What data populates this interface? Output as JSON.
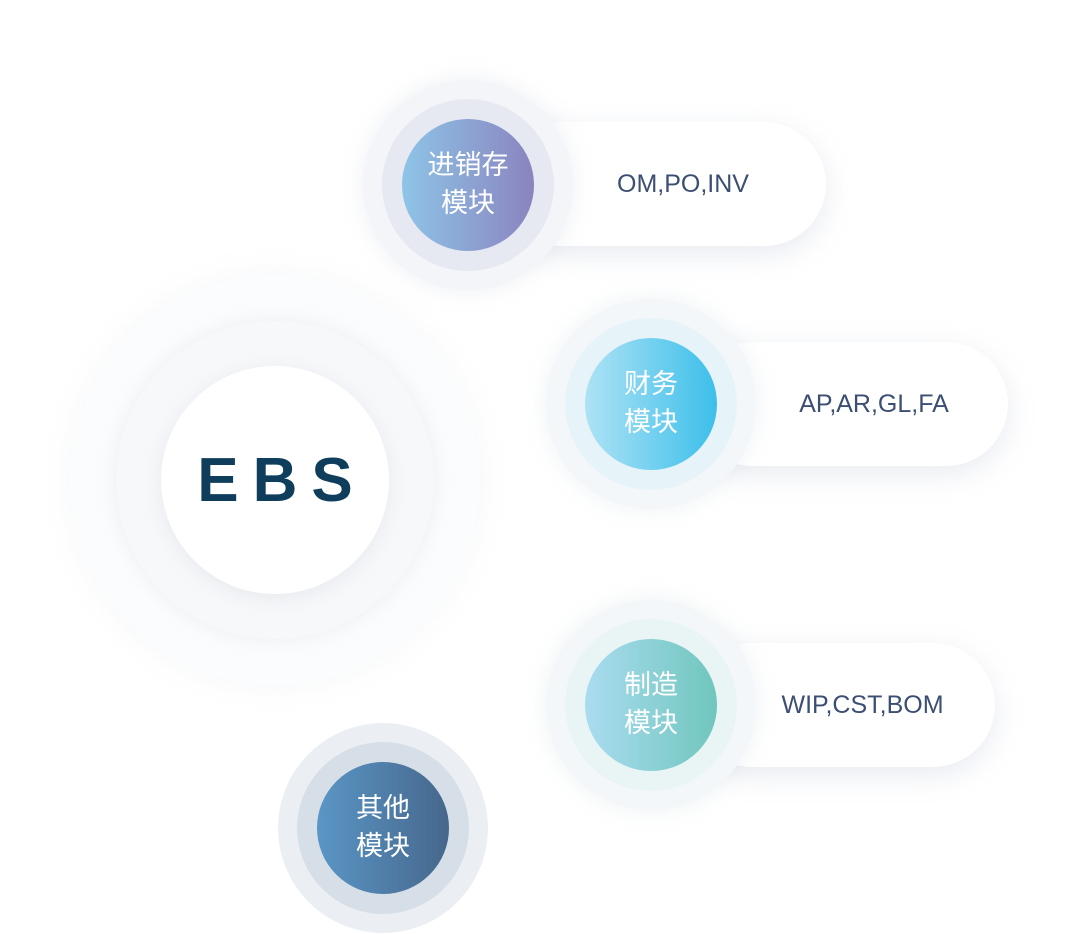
{
  "center": {
    "label": "EBS"
  },
  "modules": [
    {
      "name_line1": "进销存",
      "name_line2": "模块",
      "submodules": "OM,PO,INV",
      "color_start": "#8ec4e8",
      "color_end": "#8a84be"
    },
    {
      "name_line1": "财务",
      "name_line2": "模块",
      "submodules": "AP,AR,GL,FA",
      "color_start": "#aee2f5",
      "color_end": "#3cbfea"
    },
    {
      "name_line1": "制造",
      "name_line2": "模块",
      "submodules": "WIP,CST,BOM",
      "color_start": "#aadcf0",
      "color_end": "#70c6bd"
    },
    {
      "name_line1": "其他",
      "name_line2": "模块",
      "color_start": "#5a96c6",
      "color_end": "#46678c"
    }
  ]
}
